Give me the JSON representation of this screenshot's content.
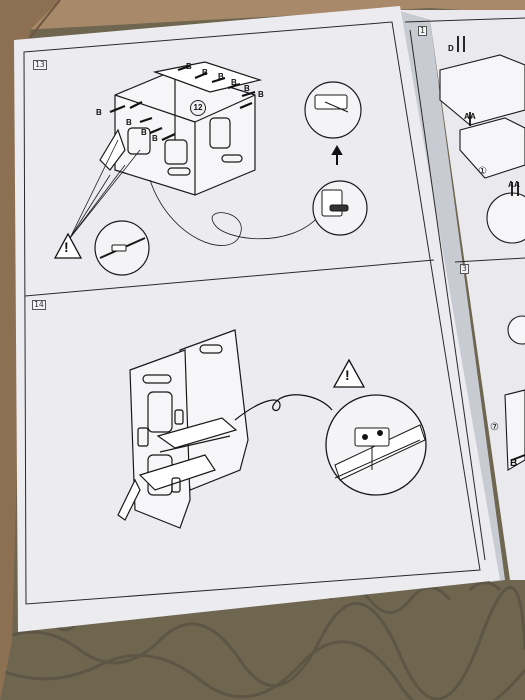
{
  "photo": {
    "subject": "",
    "colors": {
      "carpet": "#6f6650",
      "box": "#a8896a",
      "paper": "#ececf0",
      "ink": "#1a1a1a",
      "shadow": "#b9bcc4"
    }
  },
  "sheet": {
    "left_page": {
      "top_panel": {
        "step_label": "13",
        "badge": "12",
        "part_letters": [
          "B",
          "B",
          "B",
          "B",
          "B",
          "B",
          "B",
          "B",
          "B",
          "B"
        ],
        "warning_mark": "!"
      },
      "bottom_panel": {
        "step_label": "14",
        "warning_mark": "!"
      }
    },
    "right_page": {
      "top_step_label": "1",
      "bottom_step_label": "3",
      "part_letters": [
        "D",
        "A",
        "A",
        "A",
        "A",
        "B"
      ],
      "counts": [
        "①",
        "⑦"
      ]
    }
  }
}
